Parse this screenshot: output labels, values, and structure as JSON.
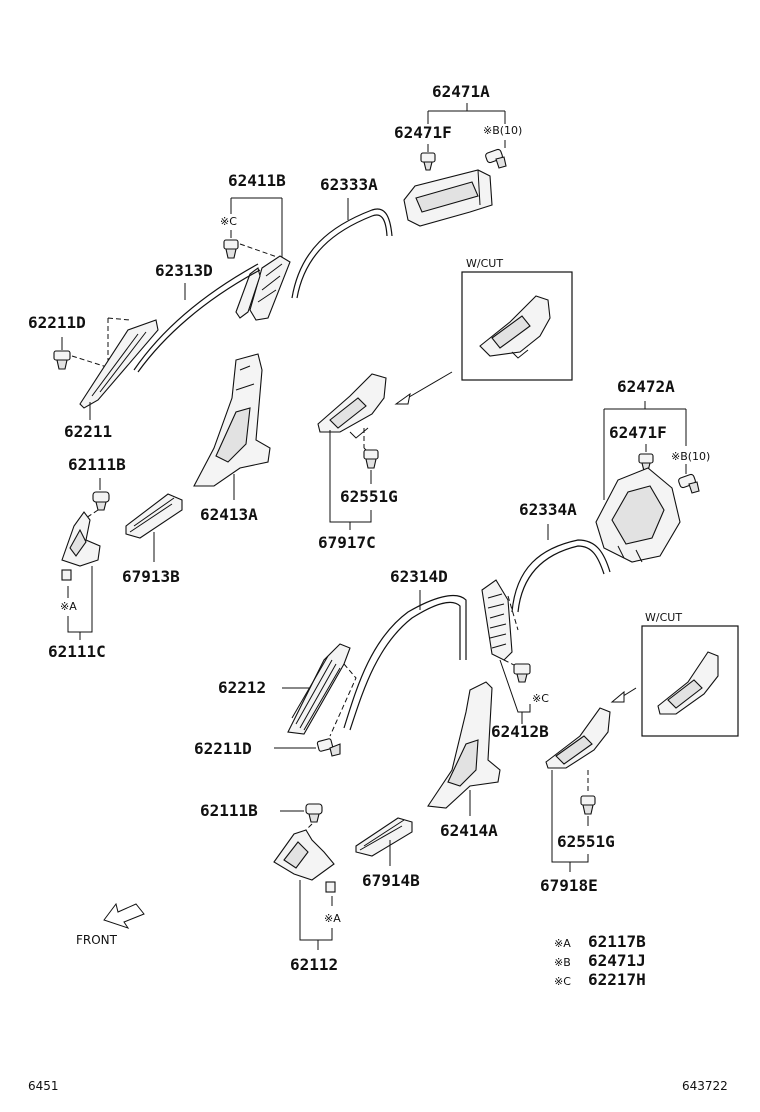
{
  "labels": {
    "p62471A": "62471A",
    "p62471F_top": "62471F",
    "noteB10_top": "※B(10)",
    "p62411B": "62411B",
    "noteC_top": "※C",
    "p62333A": "62333A",
    "p62313D": "62313D",
    "p62211D_top": "62211D",
    "p62211": "62211",
    "wcut_top": "W/CUT",
    "p62111B_top": "62111B",
    "p62413A": "62413A",
    "p62551G_top": "62551G",
    "p67917C": "67917C",
    "p67913B": "67913B",
    "noteA_left": "※A",
    "p62111C": "62111C",
    "p62472A": "62472A",
    "p62471F_right": "62471F",
    "noteB10_right": "※B(10)",
    "p62334A": "62334A",
    "p62314D": "62314D",
    "wcut_right": "W/CUT",
    "p62212": "62212",
    "noteC_right": "※C",
    "p62412B": "62412B",
    "p62211D_bottom": "62211D",
    "p62111B_bottom": "62111B",
    "p62414A": "62414A",
    "p62551G_bottom": "62551G",
    "p67914B": "67914B",
    "p67918E": "67918E",
    "noteA_bottom": "※A",
    "p62112": "62112",
    "front": "FRONT",
    "footer_left": "6451",
    "footer_right": "643722"
  },
  "legend": [
    {
      "mark": "※A",
      "part": "62117B"
    },
    {
      "mark": "※B",
      "part": "62471J"
    },
    {
      "mark": "※C",
      "part": "62217H"
    }
  ]
}
